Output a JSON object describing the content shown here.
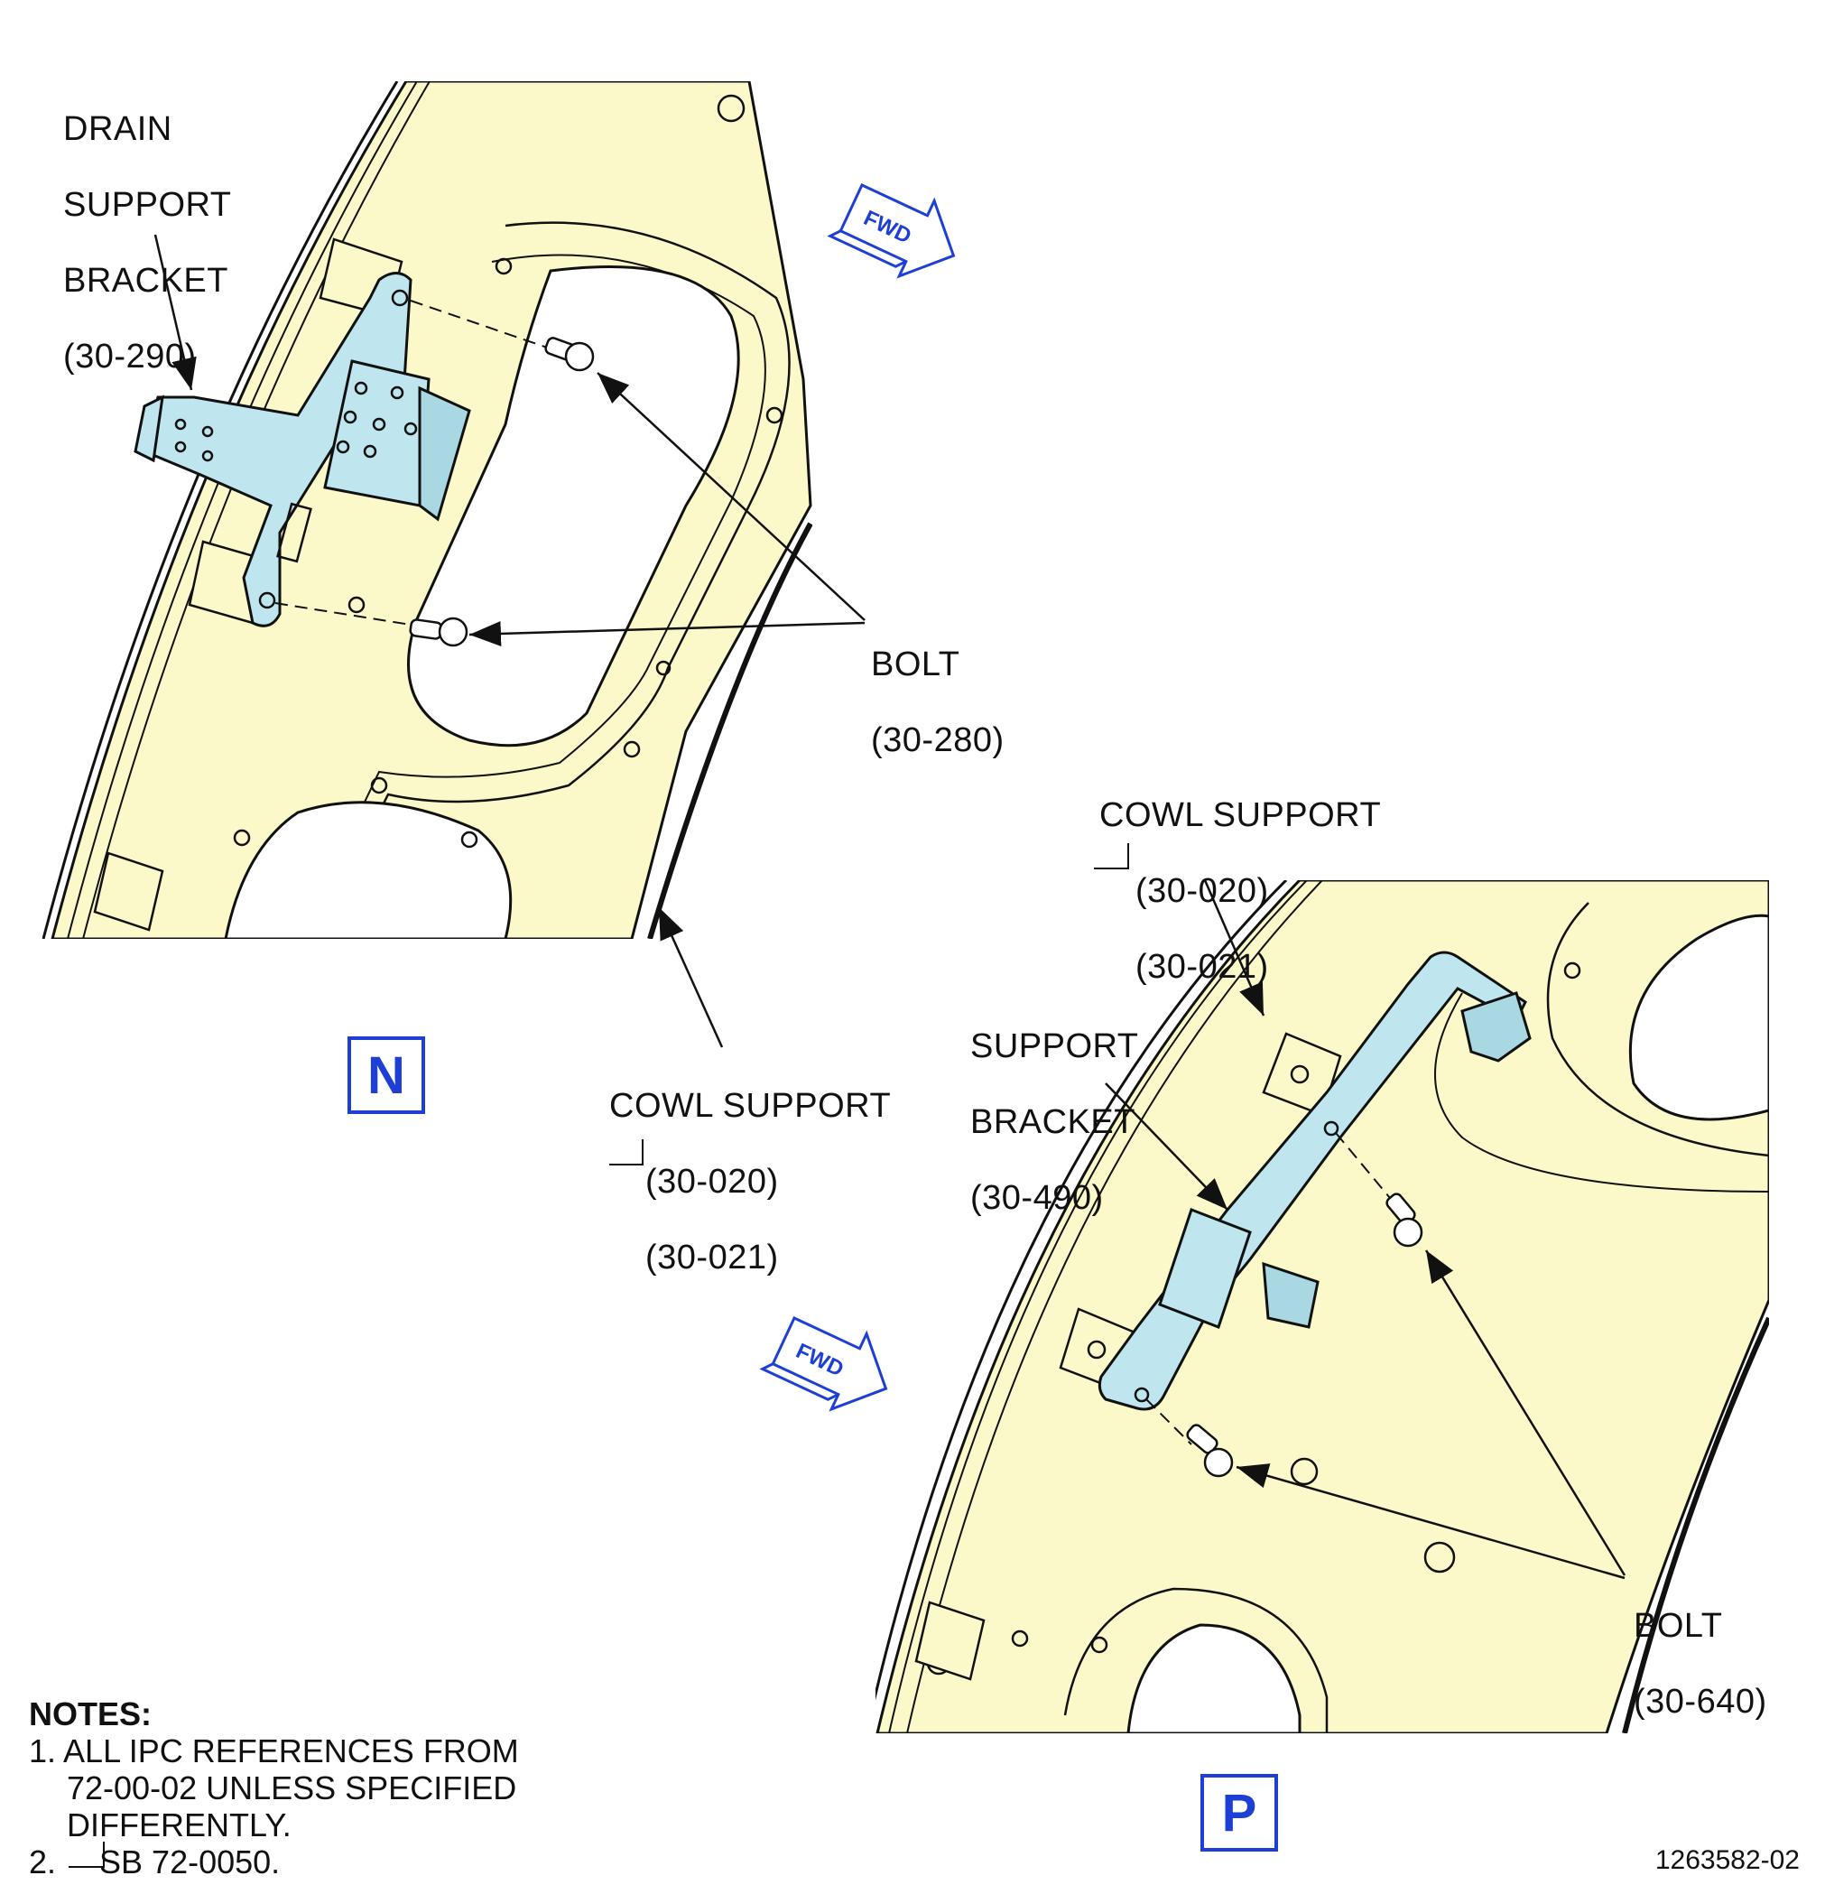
{
  "view_n": {
    "tag": "N",
    "drain_bracket": {
      "line1": "DRAIN",
      "line2": "SUPPORT",
      "line3": "BRACKET",
      "line4": "(30-290)"
    },
    "bolt": {
      "line1": "BOLT",
      "line2": "(30-280)"
    },
    "cowl_support": {
      "line1": "COWL SUPPORT",
      "line2": "(30-020)",
      "line3": "(30-021)"
    },
    "fwd": "FWD"
  },
  "view_p": {
    "tag": "P",
    "cowl_support": {
      "line1": "COWL SUPPORT",
      "line2": "(30-020)",
      "line3": "(30-021)"
    },
    "support_bracket": {
      "line1": "SUPPORT",
      "line2": "BRACKET",
      "line3": "(30-490)"
    },
    "bolt": {
      "line1": "BOLT",
      "line2": "(30-640)"
    },
    "fwd": "FWD"
  },
  "notes": {
    "heading": "NOTES:",
    "note1_l1": "1. ALL IPC REFERENCES FROM",
    "note1_l2": "72-00-02 UNLESS SPECIFIED",
    "note1_l3": "DIFFERENTLY.",
    "note2": "SB 72-0050."
  },
  "doc_number": "1263582-02",
  "colors": {
    "panel": "#fbf9c9",
    "bracket": "#bfe6ee",
    "callout_blue": "#1e3fd6",
    "ink": "#111111"
  }
}
